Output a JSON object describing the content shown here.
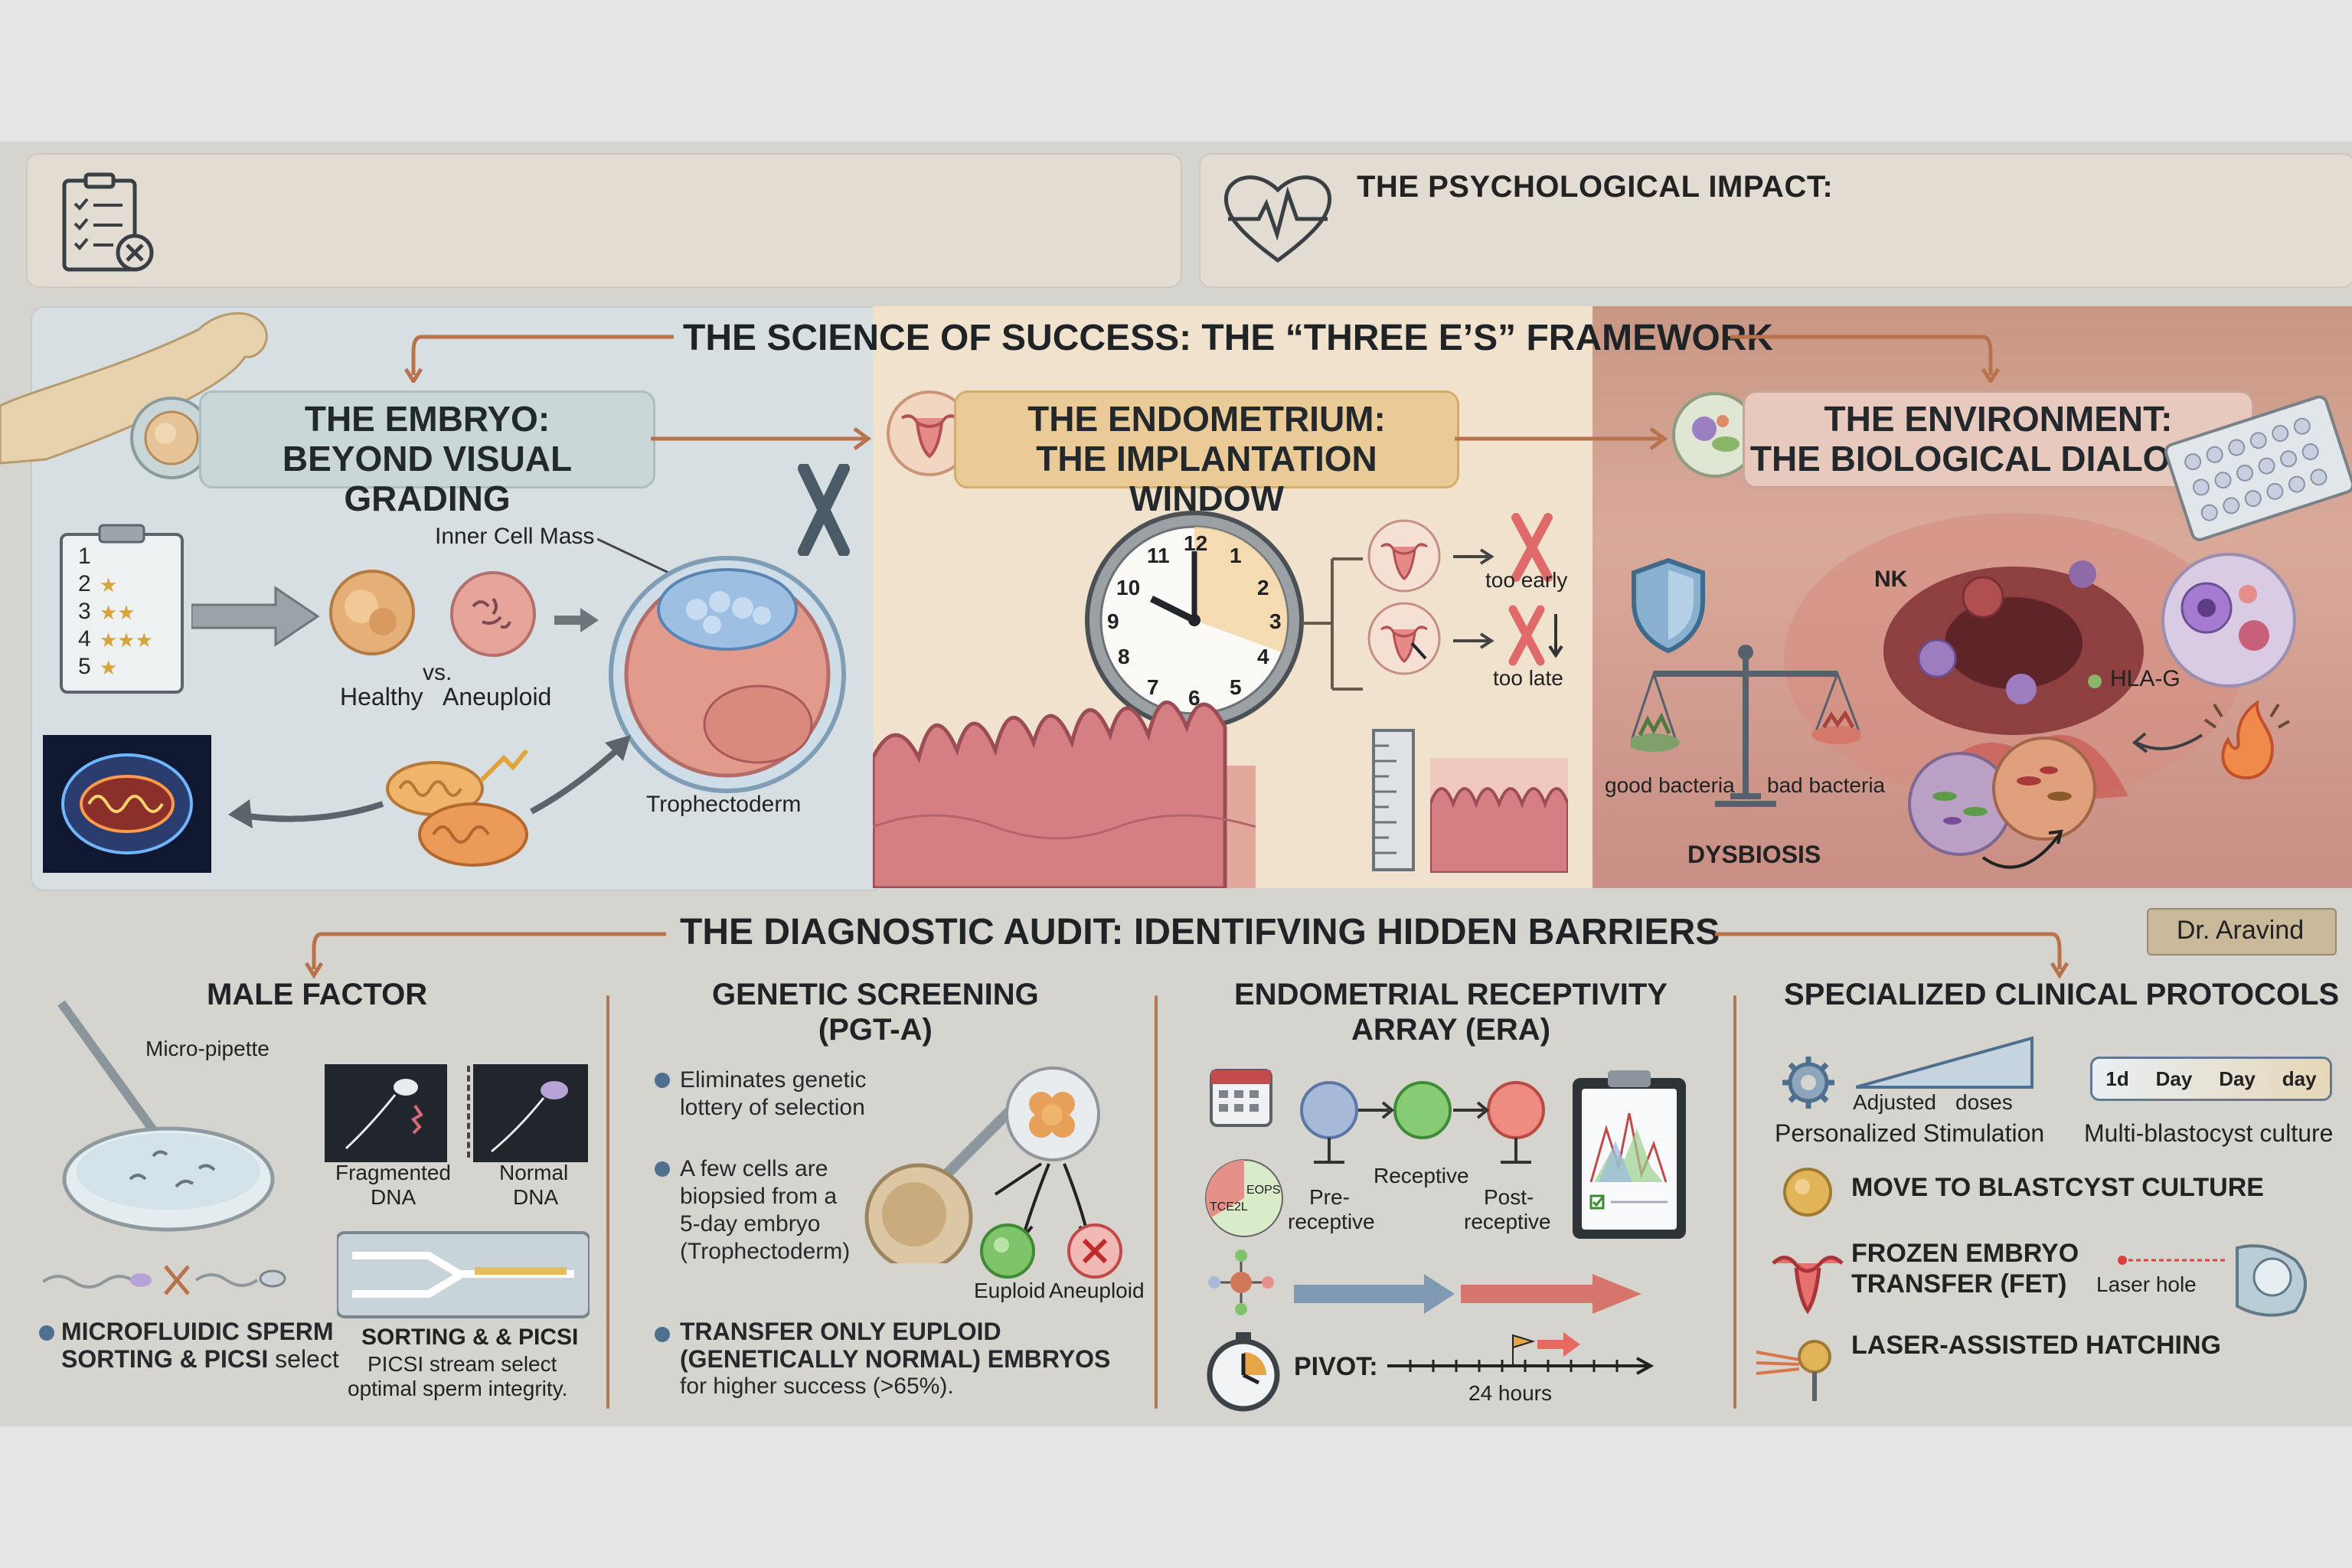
{
  "top_banner": {
    "right_title": "THE PSYCHOLOGICAL IMPACT:"
  },
  "science": {
    "title": "THE SCIENCE OF SUCCESS: THE “THREE E’S” FRAMEWORK",
    "embryo": {
      "title_line1": "THE EMBRYO:",
      "title_line2": "BEYOND VISUAL GRADING",
      "grades": [
        "1",
        "2",
        "3",
        "4",
        "5"
      ],
      "inner_cell_mass": "Inner Cell Mass",
      "healthy": "Healthy",
      "vs": "vs.",
      "aneuploid": "Aneuploid",
      "trophectoderm": "Trophectoderm"
    },
    "endometrium": {
      "title_line1": "THE ENDOMETRIUM:",
      "title_line2": "THE IMPLANTATION WINDOW",
      "too_early": "too early",
      "too_late": "too late",
      "clock_numbers": [
        "12",
        "1",
        "2",
        "3",
        "4",
        "5",
        "6",
        "7",
        "8",
        "9",
        "10",
        "11"
      ]
    },
    "environment": {
      "title_line1": "THE ENVIRONMENT:",
      "title_line2": "THE BIOLOGICAL DIALOGUE",
      "nk": "NK",
      "hla_g": "HLA-G",
      "good_bacteria": "good bacteria",
      "bad_bacteria": "bad bacteria",
      "dysbiosis": "DYSBIOSIS"
    }
  },
  "audit": {
    "title": "THE DIAGNOSTIC AUDIT: IDENTIFVING HIDDEN BARRIERS",
    "author": "Dr. Aravind",
    "male_factor": {
      "title": "MALE FACTOR",
      "micro_pipette": "Micro-pipette",
      "fragmented_dna_1": "Fragmented",
      "fragmented_dna_2": "DNA",
      "normal_dna_1": "Normal",
      "normal_dna_2": "DNA",
      "bullet_1": "MICROFLUIDIC SPERM",
      "bullet_2_bold": "SORTING & PICSI",
      "bullet_2_rest": " select",
      "sorting_1": "SORTING & & PICSI",
      "sorting_2": "PICSI stream select",
      "sorting_3": "optimal sperm integrity."
    },
    "genetic": {
      "title_line1": "GENETIC SCREENING",
      "title_line2": "(PGT-A)",
      "b1_line1": "Eliminates genetic",
      "b1_line2": "lottery of selection",
      "b2_line1": "A few cells are",
      "b2_line2": "biopsied from a",
      "b2_line3": "5-day embryo",
      "b2_line4": "(Trophectoderm)",
      "euploid": "Euploid",
      "aneuploid": "Aneuploid",
      "b3_line1": "TRANSFER ONLY EUPLOID",
      "b3_line2": "(GENETICALLY NORMAL) EMBRYOS",
      "b3_line3": "for higher success (>65%)."
    },
    "era": {
      "title_line1": "ENDOMETRIAL RECEPTIVITY",
      "title_line2": "ARRAY (ERA)",
      "pre_1": "Pre-",
      "pre_2": "receptive",
      "receptive": "Receptive",
      "post_1": "Post-",
      "post_2": "receptive",
      "pie_label_a": "EOPS",
      "pie_label_b": "TCE2L",
      "pivot": "PIVOT:",
      "hours": "24 hours"
    },
    "protocols": {
      "title": "SPECIALIZED CLINICAL PROTOCOLS",
      "adjusted": "Adjusted",
      "doses": "doses",
      "personalized": "Personalized Stimulation",
      "days": [
        "1d",
        "Day",
        "Day",
        "day"
      ],
      "multi": "Multi-blastocyst culture",
      "move": "MOVE TO BLASTCYST CULTURE",
      "fet_1": "FROZEN EMBRYO",
      "fet_2": "TRANSFER (FET)",
      "laser_hole": "Laser hole",
      "hatching": "LASER-ASSISTED HATCHING"
    }
  },
  "colors": {
    "panel_blue": "#d7e0e4",
    "panel_peach": "#f1e2cd",
    "panel_rose": "#c89a8a",
    "accent_copper": "#b8734d",
    "pill_blue": "#c9d7d9",
    "pill_gold": "#eacb98",
    "pill_rose": "#e7c9be"
  }
}
